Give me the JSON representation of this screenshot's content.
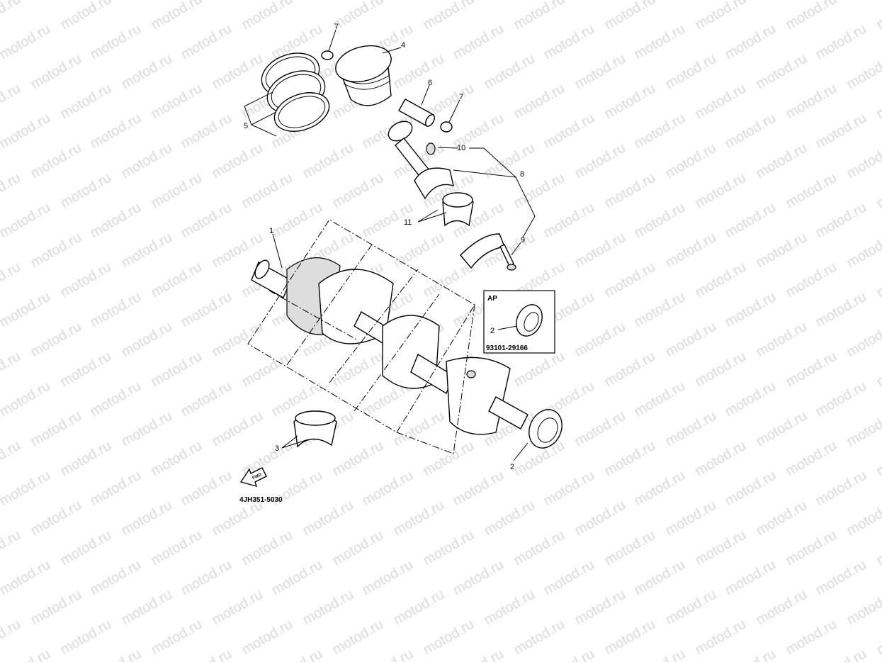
{
  "watermark": "motod.ru",
  "diagram_code": "4JH351-5030",
  "fwd_arrow_label": "FWD",
  "callouts": [
    {
      "id": "c7a",
      "text": "7",
      "part": "piston-pin-clip"
    },
    {
      "id": "c4",
      "text": "4",
      "part": "piston"
    },
    {
      "id": "c6",
      "text": "6",
      "part": "piston-pin"
    },
    {
      "id": "c7b",
      "text": "7",
      "part": "piston-pin-clip"
    },
    {
      "id": "c5",
      "text": "5",
      "part": "piston-ring-set"
    },
    {
      "id": "c10",
      "text": "10",
      "part": "nut"
    },
    {
      "id": "c8",
      "text": "8",
      "part": "connecting-rod"
    },
    {
      "id": "c11",
      "text": "11",
      "part": "big-end-bearing"
    },
    {
      "id": "c9",
      "text": "9",
      "part": "bolt"
    },
    {
      "id": "c1",
      "text": "1",
      "part": "crankshaft"
    },
    {
      "id": "c2",
      "text": "2",
      "part": "oil-seal"
    },
    {
      "id": "c3",
      "text": "3",
      "part": "main-bearing"
    }
  ],
  "inset": {
    "title": "AP",
    "callout": "2",
    "part_number": "93101-29166"
  }
}
